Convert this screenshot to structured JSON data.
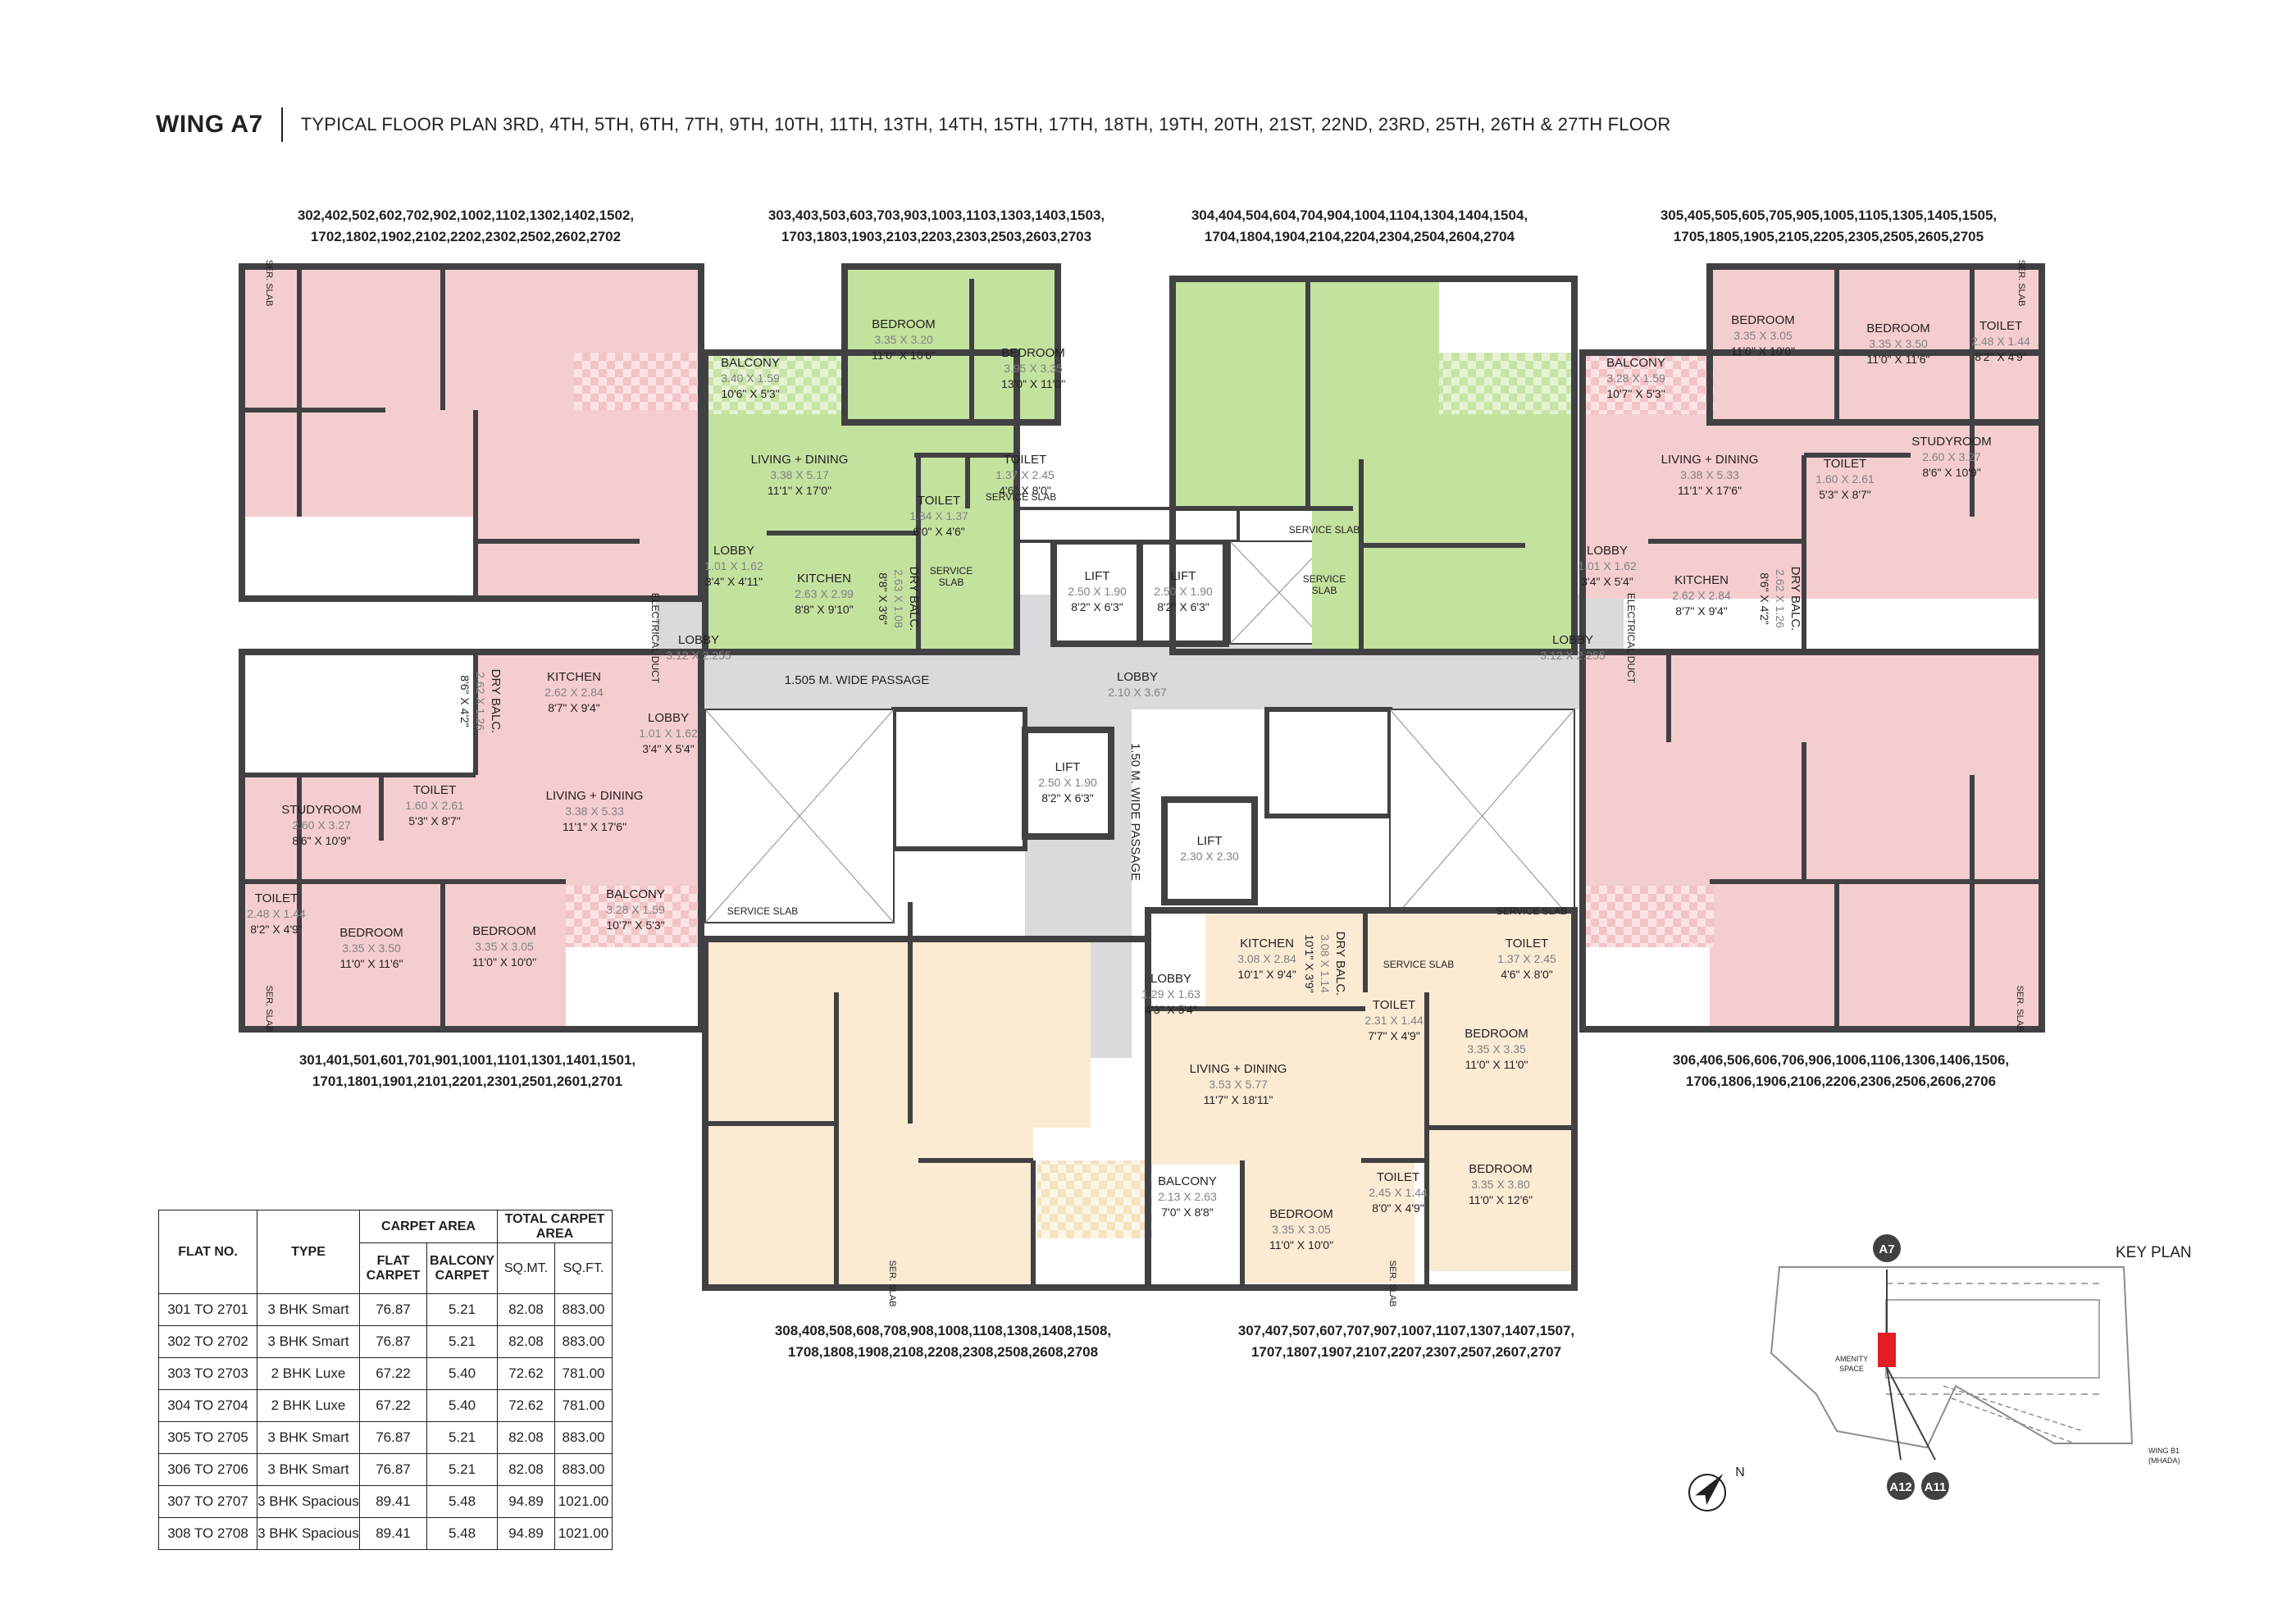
{
  "header": {
    "wing": "WING A7",
    "subtitle": "TYPICAL FLOOR PLAN 3RD, 4TH, 5TH, 6TH, 7TH, 9TH, 10TH, 11TH, 13TH, 14TH, 15TH, 17TH, 18TH, 19TH, 20TH, 21ST, 22ND, 23RD, 25TH, 26TH & 27TH FLOOR"
  },
  "flat_lists": {
    "top_left": [
      "302,402,502,602,702,902,1002,1102,1302,1402,1502,",
      "1702,1802,1902,2102,2202,2302,2502,2602,2702"
    ],
    "top_center_left": [
      "303,403,503,603,703,903,1003,1103,1303,1403,1503,",
      "1703,1803,1903,2103,2203,2303,2503,2603,2703"
    ],
    "top_center_right": [
      "304,404,504,604,704,904,1004,1104,1304,1404,1504,",
      "1704,1804,1904,2104,2204,2304,2504,2604,2704"
    ],
    "top_right": [
      "305,405,505,605,705,905,1005,1105,1305,1405,1505,",
      "1705,1805,1905,2105,2205,2305,2505,2605,2705"
    ],
    "mid_left": [
      "301,401,501,601,701,901,1001,1101,1301,1401,1501,",
      "1701,1801,1901,2101,2201,2301,2501,2601,2701"
    ],
    "mid_right": [
      "306,406,506,606,706,906,1006,1106,1306,1406,1506,",
      "1706,1806,1906,2106,2206,2306,2506,2606,2706"
    ],
    "bottom_left": [
      "308,408,508,608,708,908,1008,1108,1308,1408,1508,",
      "1708,1808,1908,2108,2208,2308,2508,2608,2708"
    ],
    "bottom_right": [
      "307,407,507,607,707,907,1007,1107,1307,1407,1507,",
      "1707,1807,1907,2107,2207,2307,2507,2607,2707"
    ]
  },
  "room_labels": [
    {
      "id": "a2-bed1",
      "name": "BEDROOM",
      "dim": "3.35 X 3.20",
      "imp": "11'0\" X 10'6\""
    },
    {
      "id": "a2-bed2",
      "name": "BEDROOM",
      "dim": "3.95 X 3.35",
      "imp": "13'0\" X 11'0\""
    },
    {
      "id": "a2-balc",
      "name": "BALCONY",
      "dim": "3.40 X 1.59",
      "imp": "10'6\" X 5'3\""
    },
    {
      "id": "a2-living",
      "name": "LIVING + DINING",
      "dim": "3.38 X 5.17",
      "imp": "11'1\" X 17'0\""
    },
    {
      "id": "a2-toilet1",
      "name": "TOILET",
      "dim": "1.37 X 2.45",
      "imp": "4'6\" X 8'0\""
    },
    {
      "id": "a2-toilet2",
      "name": "TOILET",
      "dim": "1.84 X 1.37",
      "imp": "6'0\" X 4'6\""
    },
    {
      "id": "a2-lobby",
      "name": "LOBBY",
      "dim": "1.01 X 1.62",
      "imp": "3'4\" X 4'11\""
    },
    {
      "id": "a2-kitchen",
      "name": "KITCHEN",
      "dim": "2.63 X 2.99",
      "imp": "8'8\" X 9'10\""
    },
    {
      "id": "a2-dry",
      "name": "DRY BALC.",
      "dim": "2.63 X 1.08",
      "imp": "8'8\" X 3'6\""
    },
    {
      "id": "a5-bed1",
      "name": "BEDROOM",
      "dim": "3.35 X 3.05",
      "imp": "11'0\" X 10'0\""
    },
    {
      "id": "a5-bed2",
      "name": "BEDROOM",
      "dim": "3.35 X 3.50",
      "imp": "11'0\" X 11'6\""
    },
    {
      "id": "a5-toilet1",
      "name": "TOILET",
      "dim": "2.48 X 1.44",
      "imp": "8'2\" X 4'9\""
    },
    {
      "id": "a5-balc",
      "name": "BALCONY",
      "dim": "3.28 X 1.59",
      "imp": "10'7\" X 5'3\""
    },
    {
      "id": "a5-study",
      "name": "STUDYROOM",
      "dim": "2.60 X 3.27",
      "imp": "8'6\" X 10'9\""
    },
    {
      "id": "a5-living",
      "name": "LIVING + DINING",
      "dim": "3.38 X 5.33",
      "imp": "11'1\" X 17'6\""
    },
    {
      "id": "a5-toilet2",
      "name": "TOILET",
      "dim": "1.60 X 2.61",
      "imp": "5'3\" X 8'7\""
    },
    {
      "id": "a5-lobby",
      "name": "LOBBY",
      "dim": "1.01 X 1.62",
      "imp": "3'4\" X 5'4\""
    },
    {
      "id": "a5-kitchen",
      "name": "KITCHEN",
      "dim": "2.62 X 2.84",
      "imp": "8'7\" X 9'4\""
    },
    {
      "id": "a5-dry",
      "name": "DRY BALC.",
      "dim": "2.62 X 1.26",
      "imp": "8'6\" X 4'2\""
    },
    {
      "id": "a1-dry",
      "name": "DRY BALC.",
      "dim": "2.62 X 1.26",
      "imp": "8'6\" X 4'2\""
    },
    {
      "id": "a1-kitchen",
      "name": "KITCHEN",
      "dim": "2.62 X 2.84",
      "imp": "8'7\" X 9'4\""
    },
    {
      "id": "a1-lobby",
      "name": "LOBBY",
      "dim": "1.01 X 1.62",
      "imp": "3'4\" X 5'4\""
    },
    {
      "id": "a1-study",
      "name": "STUDYROOM",
      "dim": "2.60 X 3.27",
      "imp": "8'6\" X 10'9\""
    },
    {
      "id": "a1-toilet2",
      "name": "TOILET",
      "dim": "1.60 X 2.61",
      "imp": "5'3\" X 8'7\""
    },
    {
      "id": "a1-living",
      "name": "LIVING + DINING",
      "dim": "3.38 X 5.33",
      "imp": "11'1\" X 17'6\""
    },
    {
      "id": "a1-toilet1",
      "name": "TOILET",
      "dim": "2.48 X 1.44",
      "imp": "8'2\" X 4'9\""
    },
    {
      "id": "a1-bed2",
      "name": "BEDROOM",
      "dim": "3.35 X 3.50",
      "imp": "11'0\" X 11'6\""
    },
    {
      "id": "a1-bed1",
      "name": "BEDROOM",
      "dim": "3.35 X 3.05",
      "imp": "11'0\" X 10'0\""
    },
    {
      "id": "a1-balc",
      "name": "BALCONY",
      "dim": "3.28 X 1.59",
      "imp": "10'7\" X 5'3\""
    },
    {
      "id": "lobby-left",
      "name": "LOBBY",
      "dim": "3.12 X 2.255",
      "imp": ""
    },
    {
      "id": "lobby-right",
      "name": "LOBBY",
      "dim": "3.12 X 2.255",
      "imp": ""
    },
    {
      "id": "lobby-center",
      "name": "LOBBY",
      "dim": "2.10 X 3.67",
      "imp": ""
    },
    {
      "id": "lift1",
      "name": "LIFT",
      "dim": "2.50 X 1.90",
      "imp": "8'2\" X 6'3\""
    },
    {
      "id": "lift2",
      "name": "LIFT",
      "dim": "2.50 X 1.90",
      "imp": "8'2\" X 6'3\""
    },
    {
      "id": "lift3",
      "name": "LIFT",
      "dim": "2.50 X 1.90",
      "imp": "8'2\" X 6'3\""
    },
    {
      "id": "lift4",
      "name": "LIFT",
      "dim": "2.30 X 2.30",
      "imp": ""
    },
    {
      "id": "a7-kitchen",
      "name": "KITCHEN",
      "dim": "3.08 X 2.84",
      "imp": "10'1\" X 9'4\""
    },
    {
      "id": "a7-dry",
      "name": "DRY BALC.",
      "dim": "3.08 X 1.14",
      "imp": "10'1\" X 3'9\""
    },
    {
      "id": "a7-lobby",
      "name": "LOBBY",
      "dim": "1.29 X 1.63",
      "imp": "4'3\" X 5'4\""
    },
    {
      "id": "a7-toilet1",
      "name": "TOILET",
      "dim": "1.37 X 2.45",
      "imp": "4'6\" X 8'0\""
    },
    {
      "id": "a7-toilet2",
      "name": "TOILET",
      "dim": "2.31 X 1.44",
      "imp": "7'7\" X 4'9\""
    },
    {
      "id": "a7-bed1",
      "name": "BEDROOM",
      "dim": "3.35 X 3.35",
      "imp": "11'0\" X 11'0\""
    },
    {
      "id": "a7-living",
      "name": "LIVING + DINING",
      "dim": "3.53 X 5.77",
      "imp": "11'7\" X 18'11\""
    },
    {
      "id": "a7-toilet3",
      "name": "TOILET",
      "dim": "2.45 X 1.44",
      "imp": "8'0\" X 4'9\""
    },
    {
      "id": "a7-bed2",
      "name": "BEDROOM",
      "dim": "3.35 X 3.80",
      "imp": "11'0\" X 12'6\""
    },
    {
      "id": "a7-balc",
      "name": "BALCONY",
      "dim": "2.13 X 2.63",
      "imp": "7'0\" X 8'8\""
    },
    {
      "id": "a7-bed3",
      "name": "BEDROOM",
      "dim": "3.35 X 3.05",
      "imp": "11'0\" X 10'0\""
    }
  ],
  "misc_labels": {
    "passage_h": "1.505 M. WIDE PASSAGE",
    "passage_v": "1.50 M. WIDE PASSAGE",
    "service_slab": "SERVICE SLAB",
    "service_slab_short": "SERVICE\nSLAB",
    "ser_slab": "SER. SLAB",
    "electrical_duct": "ELECTRICAL DUCT"
  },
  "table": {
    "headers": {
      "flat_no": "FLAT NO.",
      "type": "TYPE",
      "carpet_area": "CARPET AREA",
      "flat_carpet": "FLAT CARPET",
      "balcony_carpet": "BALCONY CARPET",
      "total": "TOTAL CARPET AREA",
      "sqmt": "SQ.MT.",
      "sqft": "SQ.FT."
    },
    "rows": [
      {
        "flat": "301 TO 2701",
        "type": "3 BHK Smart",
        "flat_carpet": "76.87",
        "balcony": "5.21",
        "sqmt": "82.08",
        "sqft": "883.00"
      },
      {
        "flat": "302 TO 2702",
        "type": "3 BHK Smart",
        "flat_carpet": "76.87",
        "balcony": "5.21",
        "sqmt": "82.08",
        "sqft": "883.00"
      },
      {
        "flat": "303 TO 2703",
        "type": "2 BHK Luxe",
        "flat_carpet": "67.22",
        "balcony": "5.40",
        "sqmt": "72.62",
        "sqft": "781.00"
      },
      {
        "flat": "304 TO 2704",
        "type": "2 BHK Luxe",
        "flat_carpet": "67.22",
        "balcony": "5.40",
        "sqmt": "72.62",
        "sqft": "781.00"
      },
      {
        "flat": "305 TO 2705",
        "type": "3 BHK Smart",
        "flat_carpet": "76.87",
        "balcony": "5.21",
        "sqmt": "82.08",
        "sqft": "883.00"
      },
      {
        "flat": "306 TO 2706",
        "type": "3 BHK Smart",
        "flat_carpet": "76.87",
        "balcony": "5.21",
        "sqmt": "82.08",
        "sqft": "883.00"
      },
      {
        "flat": "307 TO 2707",
        "type": "3 BHK Spacious",
        "flat_carpet": "89.41",
        "balcony": "5.48",
        "sqmt": "94.89",
        "sqft": "1021.00"
      },
      {
        "flat": "308 TO 2708",
        "type": "3 BHK Spacious",
        "flat_carpet": "89.41",
        "balcony": "5.48",
        "sqmt": "94.89",
        "sqft": "1021.00"
      }
    ]
  },
  "key_plan": {
    "title": "KEY PLAN",
    "tag_a7": "A7",
    "tag_a12": "A12",
    "tag_a11": "A11",
    "amenity": "AMENITY\nSPACE",
    "wing_b1": "WING B1\n(MHADA)",
    "north": "N"
  },
  "colors": {
    "smart": "#f4cdd0",
    "luxe": "#c3e29e",
    "spacious": "#faebd2",
    "common": "#d9dadb",
    "wall": "#414042",
    "highlight": "#e31e24"
  }
}
